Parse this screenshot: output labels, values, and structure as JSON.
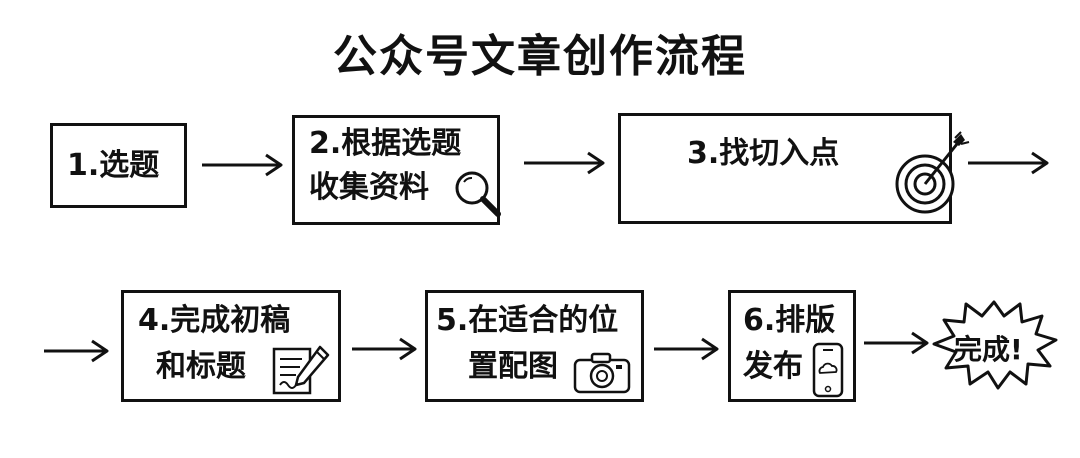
{
  "title": "公众号文章创作流程",
  "steps": [
    {
      "line1": "1.选题",
      "line2": ""
    },
    {
      "line1": "2.根据选题",
      "line2": "收集资料"
    },
    {
      "line1": "3.找切入点",
      "line2": ""
    },
    {
      "line1": "4.完成初稿",
      "line2": "和标题"
    },
    {
      "line1": "5.在适合的位",
      "line2": "置配图"
    },
    {
      "line1": "6.排版",
      "line2": "发布"
    }
  ],
  "end": {
    "label": "完成!"
  },
  "icons": {
    "step2": "magnifier-icon",
    "step3": "target-icon",
    "step4": "notepad-pencil-icon",
    "step5": "camera-icon",
    "step6": "phone-cloud-icon"
  }
}
